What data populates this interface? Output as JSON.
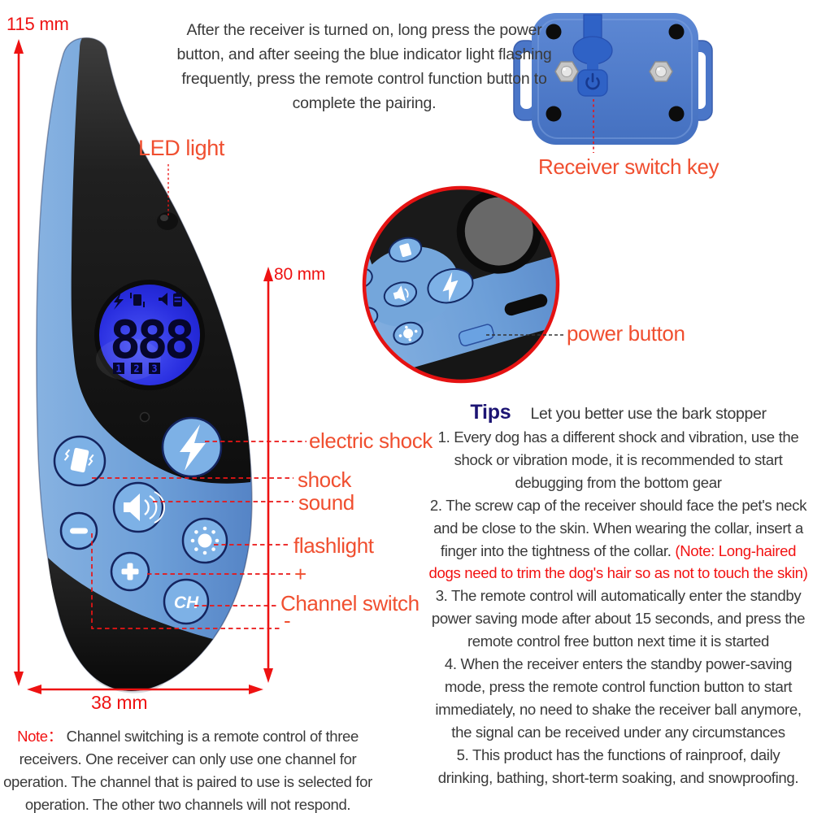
{
  "colors": {
    "accent_red": "#ee1212",
    "callout_orange": "#f04f30",
    "tips_heading_blue": "#1c1473",
    "note_red": "#f21212",
    "remote_blue": "#6d9fd8",
    "button_blue": "#7db1e6",
    "lcd_blue": "#2a2fe0",
    "receiver_blue": "#4a76c8"
  },
  "dimensions": {
    "height": "115 mm",
    "screen": "80 mm",
    "width": "38 mm"
  },
  "intro": {
    "lines": [
      "After the receiver is turned on, long press the power",
      "button, and after seeing the blue indicator light flashing",
      "frequently, press the remote control function button to",
      "complete the pairing."
    ]
  },
  "receiver": {
    "callout": "Receiver switch key"
  },
  "inset": {
    "callout": "power button"
  },
  "remote": {
    "lcd": {
      "digits": "888",
      "channels": [
        "1",
        "2",
        "3"
      ]
    },
    "ch_button": "CH"
  },
  "callouts": {
    "led": "LED light",
    "electric_shock": "electric shock",
    "shock": "shock",
    "sound": "sound",
    "flashlight": "flashlight",
    "plus": "+",
    "channel_switch": "Channel switch",
    "minus": "-"
  },
  "tips": {
    "heading": "Tips",
    "subtitle": "Let you better use the bark stopper",
    "lines": [
      "1. Every dog has a different shock and vibration, use the",
      "shock or vibration mode, it is recommended to start",
      "debugging from the bottom gear",
      "2. The screw cap of the receiver should face the pet's neck",
      "and be close to the skin. When wearing the collar, insert a",
      [
        {
          "t": "finger into the tightness of the collar. "
        },
        {
          "t": "(Note: Long-haired",
          "c": "red"
        }
      ],
      [
        {
          "t": "dogs need to trim the dog's hair so as not to touch the skin)",
          "c": "red"
        }
      ],
      "3. The remote control will automatically enter the standby",
      "power saving mode after about 15 seconds, and press the",
      "remote control free button next time it is started",
      "4. When the receiver enters the standby power-saving",
      "mode, press the remote control function button to start",
      "immediately, no need to shake the receiver ball anymore,",
      "the signal can be received under any circumstances",
      "5. This product has the functions of rainproof, daily",
      "drinking, bathing, short-term soaking, and snowproofing."
    ]
  },
  "note": {
    "lines": [
      [
        {
          "t": "Note：",
          "c": "red"
        },
        {
          "t": "  Channel switching is a remote control of three"
        }
      ],
      "receivers. One receiver can only use one channel for",
      "operation. The channel that is paired to use is selected for",
      "operation. The other two channels will not respond."
    ]
  }
}
